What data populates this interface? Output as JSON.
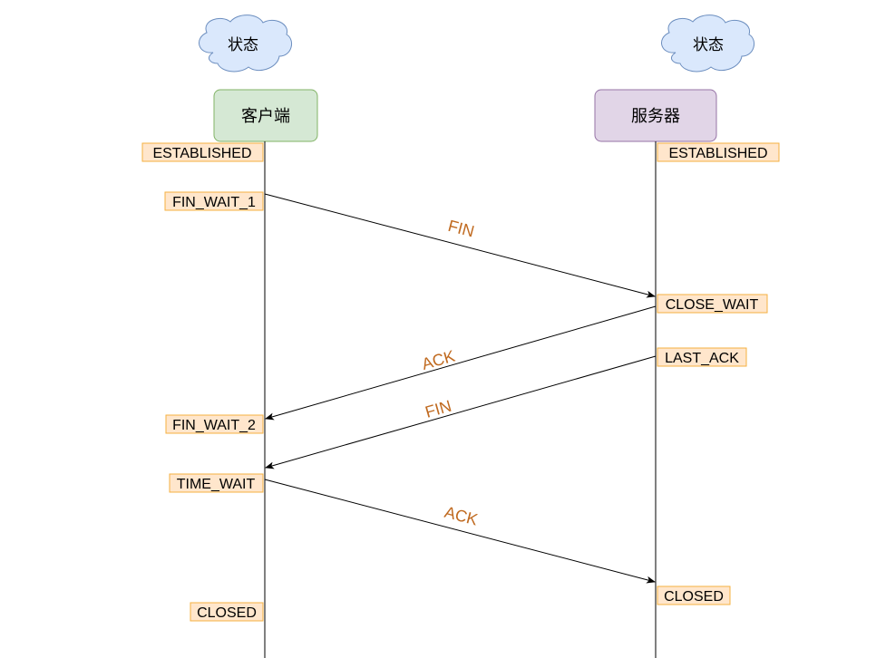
{
  "client": {
    "cloud_label": "状态",
    "box_label": "客户端"
  },
  "server": {
    "cloud_label": "状态",
    "box_label": "服务器"
  },
  "states": {
    "client_established": "ESTABLISHED",
    "server_established": "ESTABLISHED",
    "client_fin_wait_1": "FIN_WAIT_1",
    "server_close_wait": "CLOSE_WAIT",
    "server_last_ack": "LAST_ACK",
    "client_fin_wait_2": "FIN_WAIT_2",
    "client_time_wait": "TIME_WAIT",
    "server_closed": "CLOSED",
    "client_closed": "CLOSED"
  },
  "messages": {
    "fin_1": "FIN",
    "ack_1": "ACK",
    "fin_2": "FIN",
    "ack_2": "ACK"
  },
  "colors": {
    "client_box_fill": "#d5e8d4",
    "client_box_stroke": "#82b366",
    "server_box_fill": "#e1d5e7",
    "server_box_stroke": "#9673a6",
    "cloud_fill": "#dae8fc",
    "cloud_stroke": "#6c8ebf",
    "state_fill": "#ffe6cc",
    "state_stroke": "#f5b041",
    "message_text": "#c06a20"
  }
}
